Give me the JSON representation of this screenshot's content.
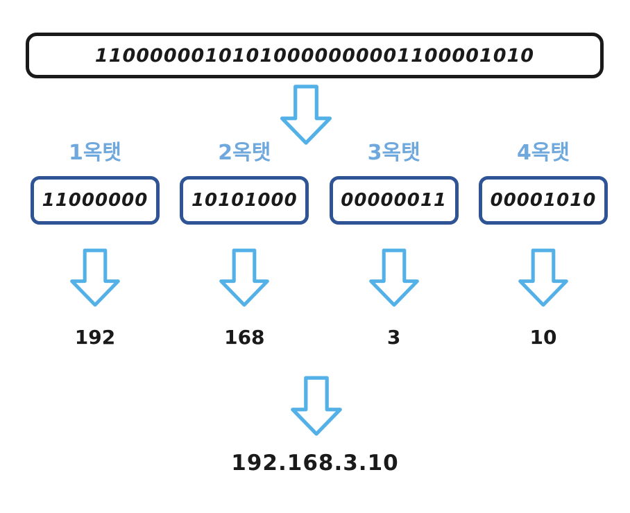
{
  "top_box": {
    "binary": "11000000101010000000001100001010"
  },
  "octets": [
    {
      "label": "1옥탯",
      "binary": "11000000",
      "decimal": "192"
    },
    {
      "label": "2옥탯",
      "binary": "10101000",
      "decimal": "168"
    },
    {
      "label": "3옥탯",
      "binary": "00000011",
      "decimal": "3"
    },
    {
      "label": "4옥탯",
      "binary": "00001010",
      "decimal": "10"
    }
  ],
  "result": {
    "ip_address": "192.168.3.10"
  },
  "icons": {
    "down_arrow": "down-arrow-icon"
  },
  "colors": {
    "arrow_blue": "#54B1E8",
    "label_blue": "#6FA8DC",
    "octet_border": "#2F5496",
    "ink_black": "#1a1a1a",
    "bg": "#ffffff"
  }
}
